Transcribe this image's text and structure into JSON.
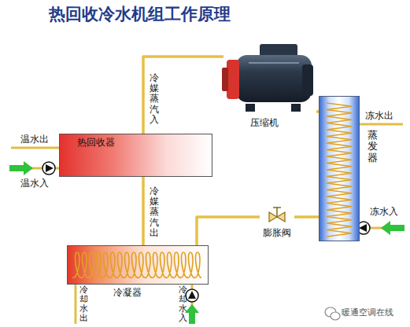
{
  "diagram": {
    "title": "热回收冷水机组工作原理",
    "nodes": [
      {
        "text": [
          "热回收器"
        ]
      },
      {
        "text": [
          "压缩机"
        ]
      },
      {
        "text": [
          "蒸发器"
        ]
      },
      {
        "text": [
          "膨胀阀"
        ]
      },
      {
        "text": [
          "冷凝器"
        ]
      }
    ],
    "edges": [
      {
        "from": 1,
        "to": 0,
        "arrow": "none"
      },
      {
        "from": 0,
        "to": 4,
        "arrow": "none"
      },
      {
        "from": 4,
        "to": 3,
        "arrow": "none"
      },
      {
        "from": 3,
        "to": 2,
        "arrow": "none"
      },
      {
        "from": 2,
        "to": 1,
        "arrow": "none"
      }
    ],
    "labels": [
      "冷媒蒸汽入",
      "温水出",
      "温水入",
      "冻水出",
      "冷媒蒸汽出",
      "冻水入",
      "冷却水出",
      "冷却水入",
      "暖通空调在线"
    ]
  }
}
